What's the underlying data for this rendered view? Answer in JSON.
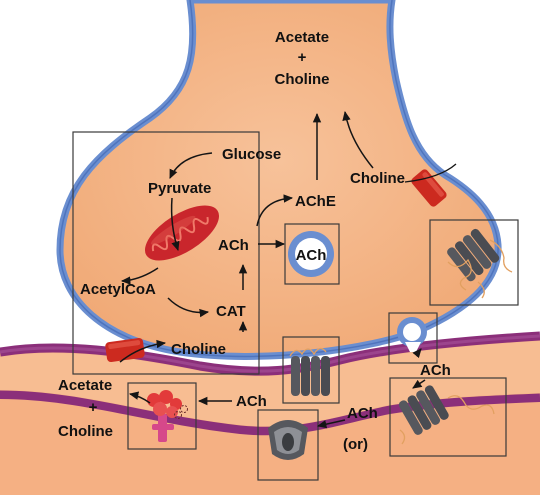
{
  "labels": {
    "products_acetate": "Acetate",
    "products_plus": "+",
    "products_choline": "Choline",
    "glucose": "Glucose",
    "pyruvate": "Pyruvate",
    "choline_reuptake": "Choline",
    "ache": "AChE",
    "ach_synth": "ACh",
    "ach_vesicle": "ACh",
    "acetylcoa": "AcetylCoA",
    "cat": "CAT",
    "choline_transport": "Choline",
    "ach_release": "ACh",
    "acetate_cleft": "Acetate",
    "plus_cleft": "+",
    "choline_cleft": "Choline",
    "ach_to_enzyme": "ACh",
    "ach_to_receptor": "ACh",
    "or": "(or)"
  },
  "colors": {
    "terminal_fill": "#f8b98a",
    "membrane_blue": "#6a8ed0",
    "postsynaptic_membrane": "#8b2f7a",
    "transporter_red": "#cc2a1f",
    "mitochondrion": "#c9262c",
    "receptor_gray": "#56585e",
    "enzyme_red": "#e23a3a",
    "enzyme_pink": "#d6488a"
  }
}
